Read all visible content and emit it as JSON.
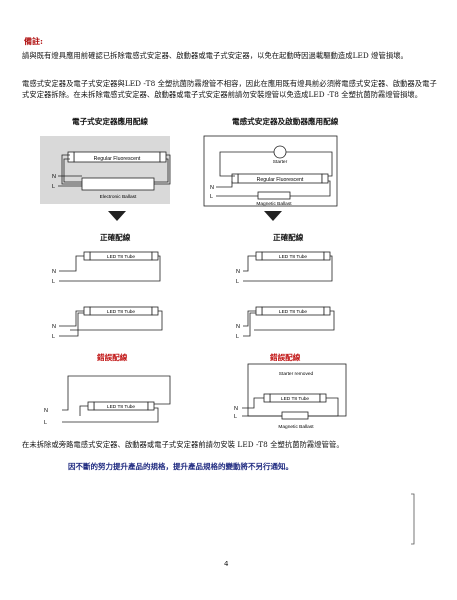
{
  "note_title": "備註:",
  "para1": "請與既有燈具應用前確認已拆除電感式安定器、啟動器或電子式安定器，以免在起動時因過載驅動造成LED 燈管損壞。",
  "para2": "電感式安定器及電子式安定器與LED -T8 全塑抗菌防霧燈管不相容，因此在應用既有燈具前必須將電感式安定器、啟動器及電子式安定器拆除。在未拆除電感式安定器、啟動器或電子式安定器前請勿安裝燈管以免造成LED -T8 全塑抗菌防霧燈管損壞。",
  "headers": {
    "electronic": "電子式安定器應用配線",
    "magnetic": "電感式安定器及啟動器應用配線"
  },
  "labels": {
    "correct": "正確配線",
    "wrong": "錯誤配線"
  },
  "diagram": {
    "regular_fluorescent": "Regular Fluorescent",
    "electronic_ballast": "Electronic Ballast",
    "starter": "Starter",
    "magnetic_ballast": "Magnetic Ballast",
    "led_tube": "LED T8 Tube",
    "starter_removed": "Starter removed",
    "n": "N",
    "l": "L"
  },
  "bottom_text": "在未拆除或旁路電感式安定器、啟動器或電子式安定器前請勿安裝 LED -T8 全塑抗菌防霧燈管管。",
  "notice": "因不斷的努力提升產品的規格，提升產品規格的變動將不另行通知。",
  "page_number": "4"
}
